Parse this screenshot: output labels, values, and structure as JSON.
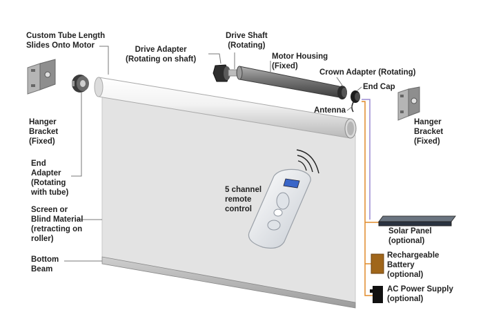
{
  "labels": {
    "tube": [
      "Custom Tube Length",
      "Slides Onto Motor"
    ],
    "drive_adapter": [
      "Drive Adapter",
      "(Rotating on shaft)"
    ],
    "drive_shaft": [
      "Drive Shaft",
      "(Rotating)"
    ],
    "motor_housing": [
      "Motor Housing",
      "(Fixed)"
    ],
    "crown_adapter": [
      "Crown Adapter (Rotating)"
    ],
    "end_cap": [
      "End Cap"
    ],
    "antenna": [
      "Antenna"
    ],
    "hanger_left": [
      "Hanger",
      "Bracket",
      "(Fixed)"
    ],
    "hanger_right": [
      "Hanger",
      "Bracket",
      "(Fixed)"
    ],
    "end_adapter": [
      "End",
      "Adapter",
      "(Rotating",
      "with tube)"
    ],
    "remote": [
      "5 channel",
      "remote",
      "control"
    ],
    "screen": [
      "Screen or",
      "Blind Material",
      "(retracting on",
      "roller)"
    ],
    "bottom_beam": [
      "Bottom",
      "Beam"
    ],
    "solar_panel": [
      "Solar Panel",
      "(optional)"
    ],
    "battery": [
      "Rechargeable",
      "Battery",
      "(optional)"
    ],
    "ac_power": [
      "AC Power Supply",
      "(optional)"
    ]
  },
  "colors": {
    "label_text": "#222222",
    "leader_line": "#777777",
    "screen_fabric": "#e3e3e3",
    "tube": "#e8e8e8",
    "motor": "#6f6f6f",
    "bracket": "#9a9a9a",
    "remote_body": "#eef0f3",
    "remote_display": "#3a66c8",
    "wire_orange": "#e08a28",
    "wire_purple": "#9a8ad0",
    "solar_panel": "#2a3340",
    "battery": "#a0661a",
    "power_supply": "#111111"
  },
  "icons": {
    "wireless_signal": "wifi-arcs-icon"
  }
}
